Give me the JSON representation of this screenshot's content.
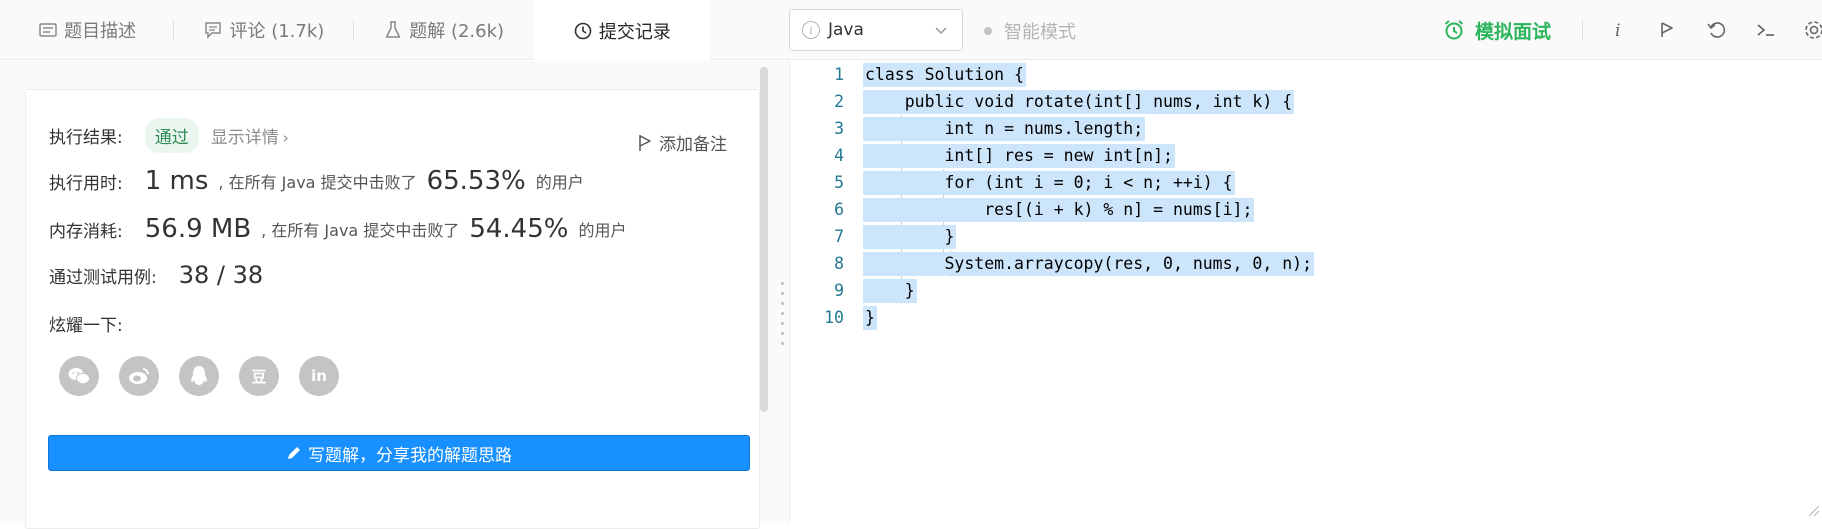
{
  "tabs": [
    {
      "label": "题目描述",
      "icon": "description-icon"
    },
    {
      "label": "评论 (1.7k)",
      "icon": "comment-icon"
    },
    {
      "label": "题解 (2.6k)",
      "icon": "flask-icon"
    },
    {
      "label": "提交记录",
      "icon": "clock-icon",
      "active": true
    }
  ],
  "editor_toolbar": {
    "language": "Java",
    "smart_mode": "智能模式",
    "mock_interview": "模拟面试",
    "tool_icons": [
      "info-icon",
      "run-icon",
      "reset-icon",
      "console-icon",
      "settings-icon"
    ]
  },
  "result": {
    "status_label": "执行结果:",
    "status": "通过",
    "details_link": "显示详情",
    "add_note": "添加备注",
    "runtime_label": "执行用时:",
    "runtime_value": "1 ms",
    "runtime_text": ", 在所有 Java 提交中击败了",
    "runtime_pct": "65.53%",
    "runtime_suffix": "的用户",
    "memory_label": "内存消耗:",
    "memory_value": "56.9 MB",
    "memory_text": ", 在所有 Java 提交中击败了",
    "memory_pct": "54.45%",
    "memory_suffix": "的用户",
    "tests_label": "通过测试用例:",
    "tests_value": "38 / 38",
    "share_label": "炫耀一下:",
    "share_icons": [
      "wechat-icon",
      "weibo-icon",
      "qq-icon",
      "douban-icon",
      "linkedin-icon"
    ],
    "share_glyphs": [
      "",
      "",
      "",
      "豆",
      "in"
    ],
    "write_solution": "写题解，分享我的解题思路"
  },
  "code": {
    "line_numbers": [
      "1",
      "2",
      "3",
      "4",
      "5",
      "6",
      "7",
      "8",
      "9",
      "10"
    ],
    "lines": [
      "class Solution {",
      "    public void rotate(int[] nums, int k) {",
      "        int n = nums.length;",
      "        int[] res = new int[n];",
      "        for (int i = 0; i < n; ++i) {",
      "            res[(i + k) % n] = nums[i];",
      "        }",
      "        System.arraycopy(res, 0, nums, 0, n);",
      "    }",
      "}"
    ]
  },
  "colors": {
    "accent_blue": "#1890ff",
    "success_green": "#2db55d",
    "selection": "#cde5fb"
  }
}
